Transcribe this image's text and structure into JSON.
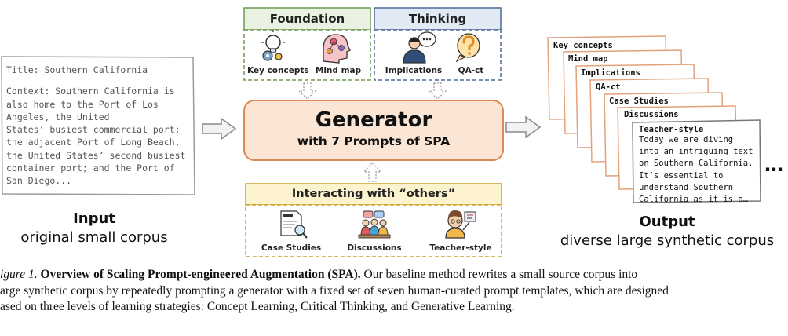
{
  "input": {
    "title_line": "Title: Southern California",
    "context_lines": [
      "Context: Southern California is",
      "also home to the Port of Los",
      "Angeles, the United",
      "States’ busiest commercial port;",
      "the adjacent Port of Long Beach,",
      "the United States’ second busiest",
      "container port; and the Port of",
      "San Diego..."
    ],
    "label": "Input",
    "sublabel": "original small corpus"
  },
  "foundation": {
    "header": "Foundation",
    "items": [
      "Key concepts",
      "Mind map"
    ]
  },
  "thinking": {
    "header": "Thinking",
    "items": [
      "Implications",
      "QA-ct"
    ]
  },
  "generator": {
    "title": "Generator",
    "subtitle": "with 7 Prompts of SPA"
  },
  "interacting": {
    "header": "Interacting with “others”",
    "items": [
      "Case Studies",
      "Discussions",
      "Teacher-style"
    ]
  },
  "output": {
    "stack_labels": [
      "Key concepts",
      "Mind map",
      "Implications",
      "QA-ct",
      "Case Studies",
      "Discussions"
    ],
    "front_title": "Teacher-style",
    "front_lines": [
      "Today we are diving",
      "into an intriguing text",
      "on Southern California.",
      "It’s essential to",
      "understand Southern",
      "California as it is a…"
    ],
    "ellipsis": "…",
    "label": "Output",
    "sublabel": "diverse large synthetic corpus"
  },
  "caption": {
    "fig_label": "igure 1.",
    "bold_title": "Overview of Scaling Prompt-engineered Augmentation (SPA).",
    "line1_rest": " Our baseline method rewrites a small source corpus into",
    "line2": "arge synthetic corpus by repeatedly prompting a generator with a fixed set of seven human-curated prompt templates, which are designed",
    "line3": "ased on three levels of learning strategies: Concept Learning, Critical Thinking, and Generative Learning."
  },
  "colors": {
    "foundation_green": "#6f9a52",
    "thinking_blue": "#4d6a97",
    "interacting_gold": "#c9a227",
    "generator_fill": "#fbe6d5",
    "generator_border": "#d98a55",
    "stack_border": "#e3a27e"
  }
}
